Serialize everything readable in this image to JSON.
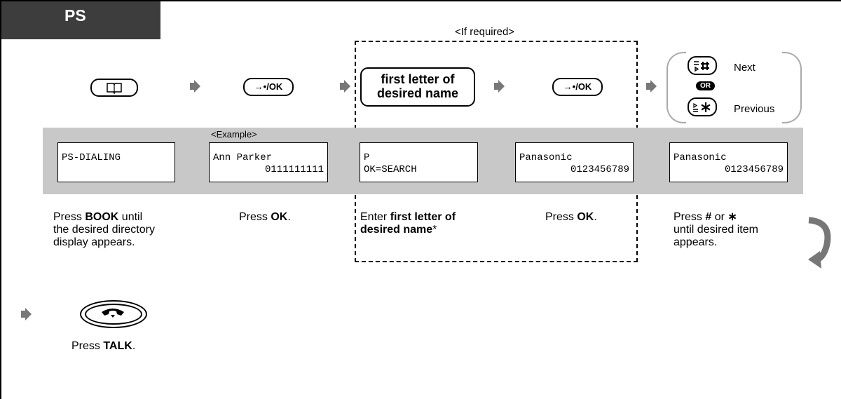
{
  "header": {
    "tab_label": "PS",
    "if_required": "<If required>",
    "example": "<Example>"
  },
  "keys": {
    "ok_label": "→•/OK",
    "letter_line1": "first letter of",
    "letter_line2": "desired name",
    "next_label": "Next",
    "or_label": "OR",
    "previous_label": "Previous"
  },
  "displays": [
    {
      "line1": "PS-DIALING",
      "line2": ""
    },
    {
      "line1": "Ann Parker",
      "line2": "0111111111"
    },
    {
      "line1": "P",
      "line2": "OK=SEARCH"
    },
    {
      "line1": "Panasonic",
      "line2": "0123456789"
    },
    {
      "line1": "Panasonic",
      "line2": "0123456789"
    }
  ],
  "steps": {
    "book": {
      "pre": "Press ",
      "bold": "BOOK",
      "post": " until",
      "line2": "the desired directory",
      "line3": "display appears."
    },
    "ok1": {
      "pre": "Press ",
      "bold": "OK",
      "post": "."
    },
    "enter": {
      "pre": "Enter ",
      "bold1": "first letter of",
      "bold2": "desired name",
      "post": "*"
    },
    "ok2": {
      "pre": "Press ",
      "bold": "OK",
      "post": "."
    },
    "nav": {
      "pre": "Press ",
      "bold1": "#",
      "mid": " or ",
      "bold2": "∗",
      "line2": "until desired item",
      "line3": "appears."
    },
    "talk": {
      "pre": "Press ",
      "bold": "TALK",
      "post": "."
    }
  },
  "colors": {
    "tab": "#3d3d3d",
    "band": "#c8c8c8",
    "arrow": "#777777",
    "paren": "#aaaaaa"
  }
}
